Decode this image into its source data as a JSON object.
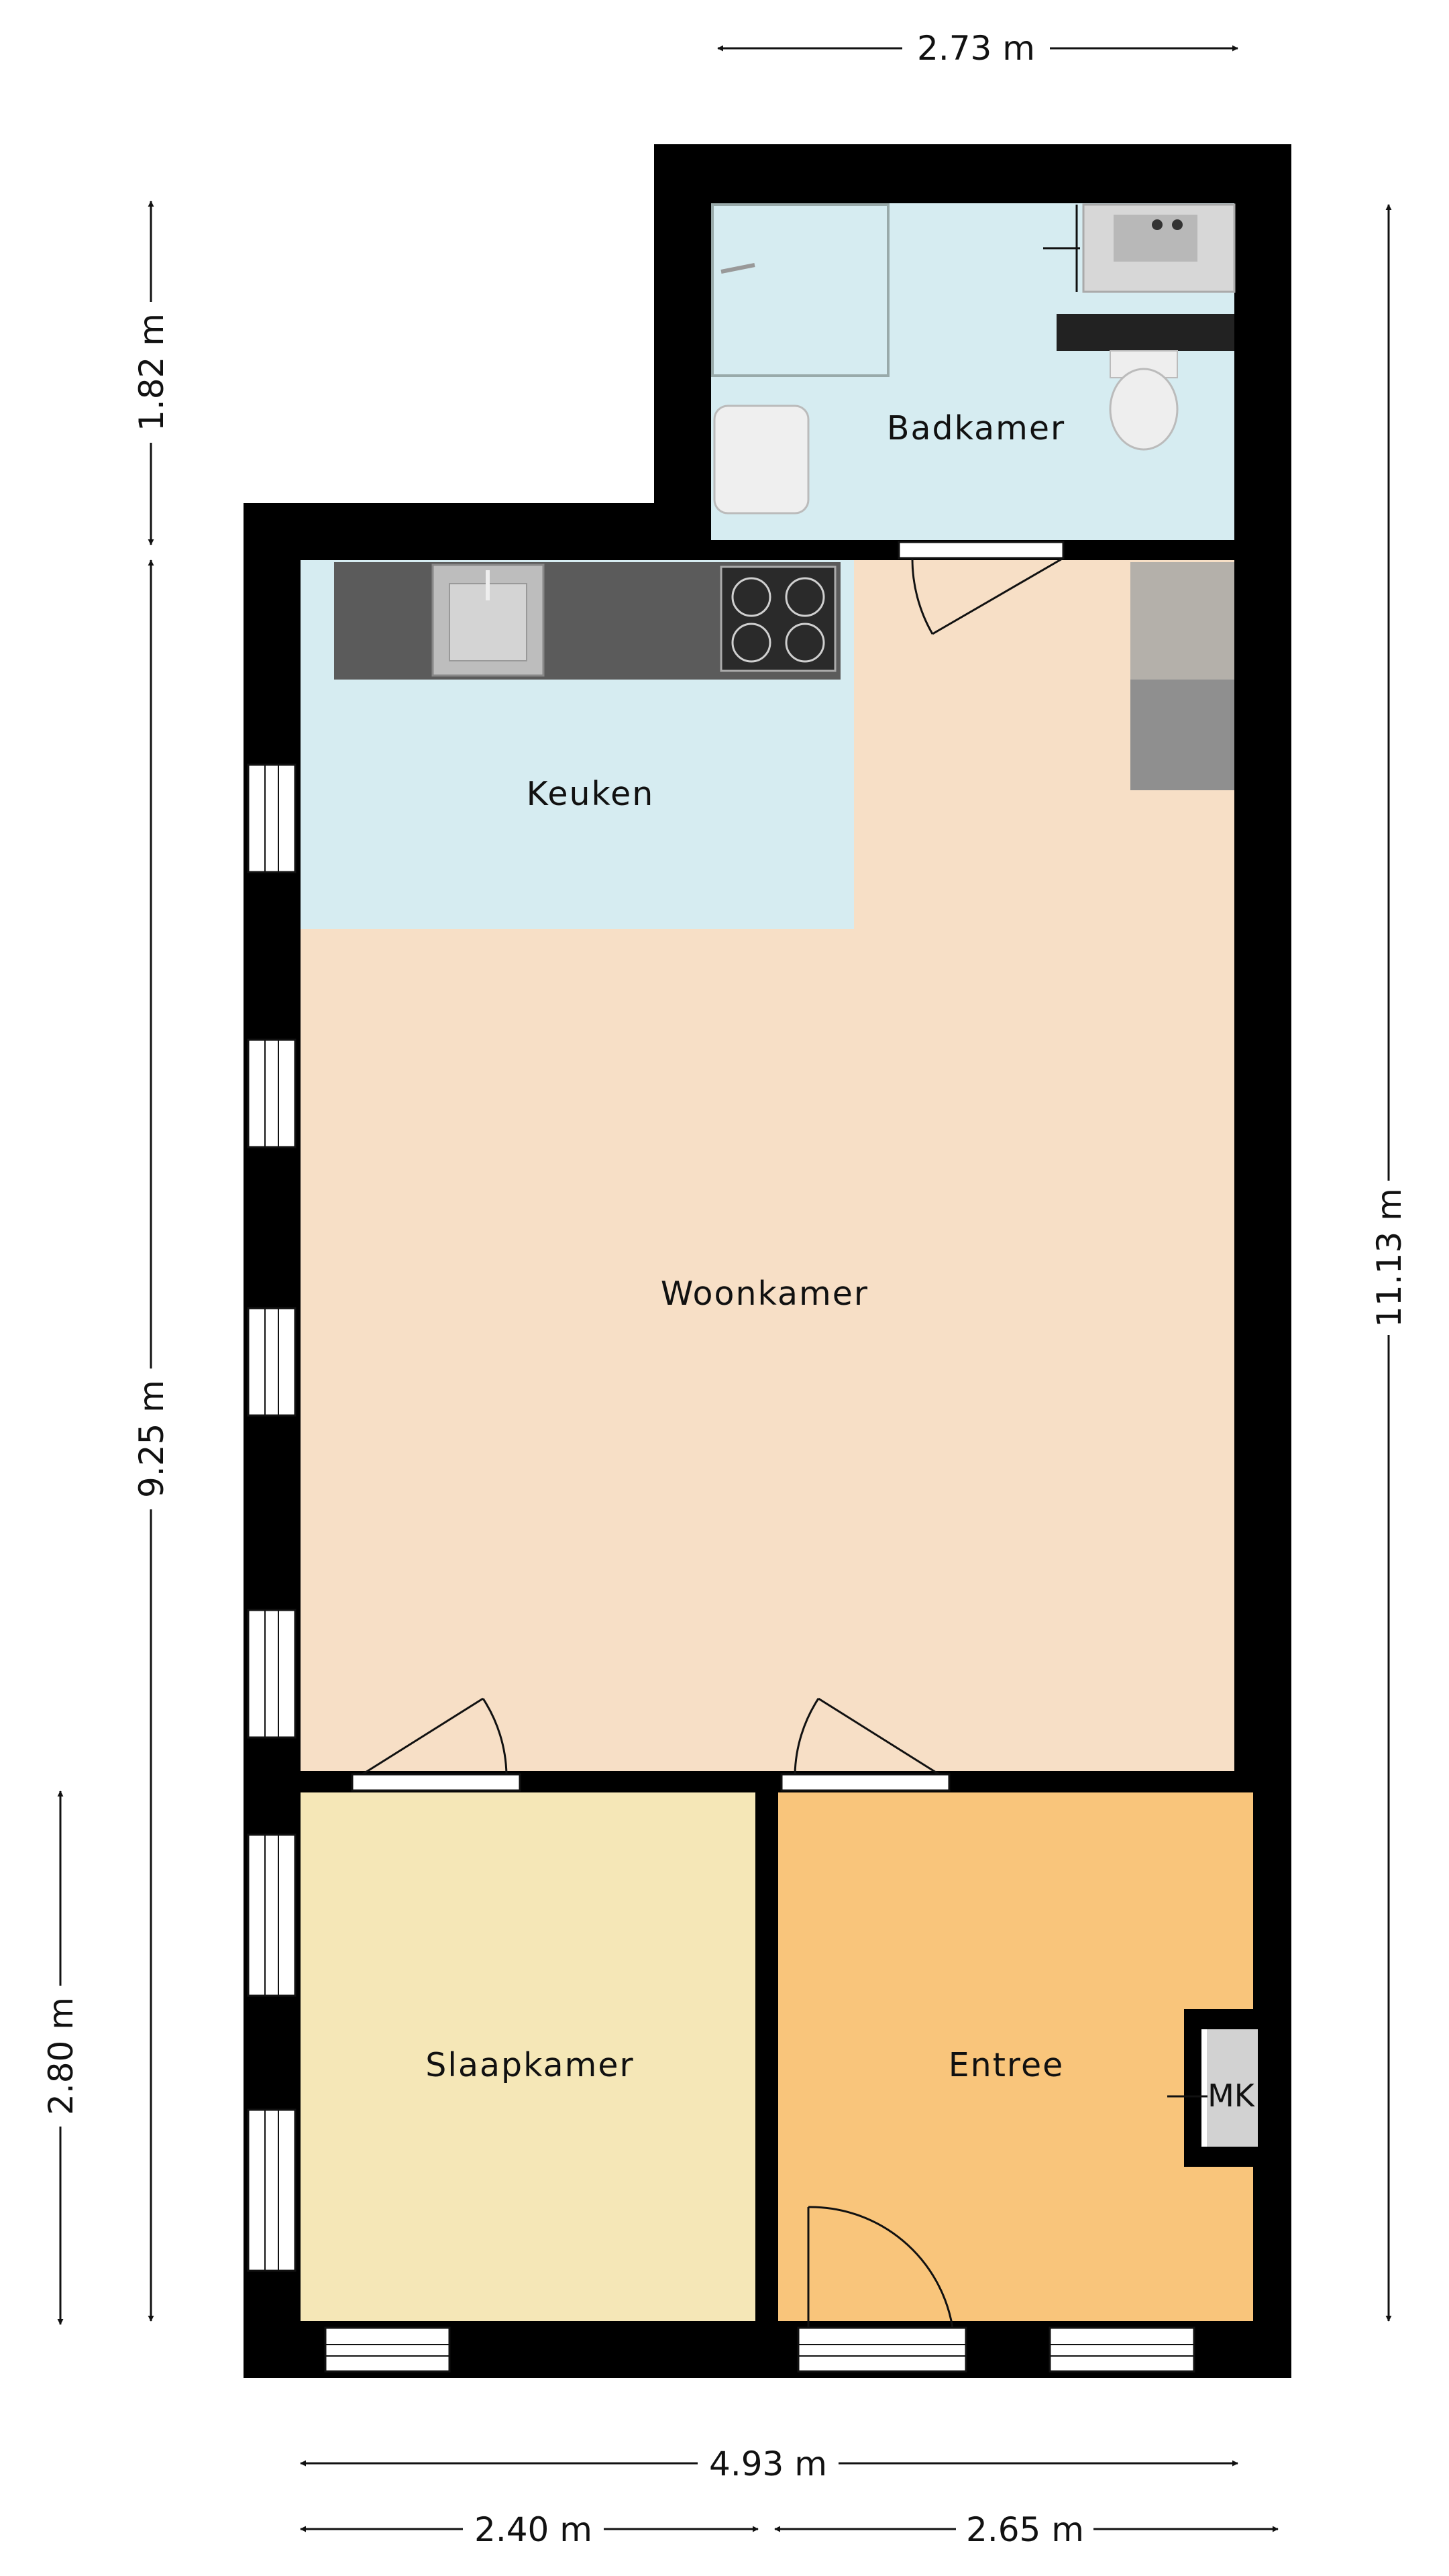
{
  "rooms": {
    "bathroom": "Badkamer",
    "kitchen": "Keuken",
    "living": "Woonkamer",
    "bedroom": "Slaapkamer",
    "entrance": "Entree",
    "meter_cupboard": "MK"
  },
  "dimensions": {
    "top_width": "2.73 m",
    "left_upper": "1.82 m",
    "left_main": "9.25 m",
    "left_lower": "2.80 m",
    "right_total": "11.13 m",
    "bottom_total": "4.93 m",
    "bottom_left": "2.40 m",
    "bottom_right": "2.65 m"
  },
  "colors": {
    "wall": "#000000",
    "bathroom": "#d6ecf1",
    "kitchen": "#d6ecf1",
    "living": "#f7dfc6",
    "bedroom": "#f5e7b7",
    "entrance": "#f9c57b",
    "counter": "#5b5b5b"
  }
}
